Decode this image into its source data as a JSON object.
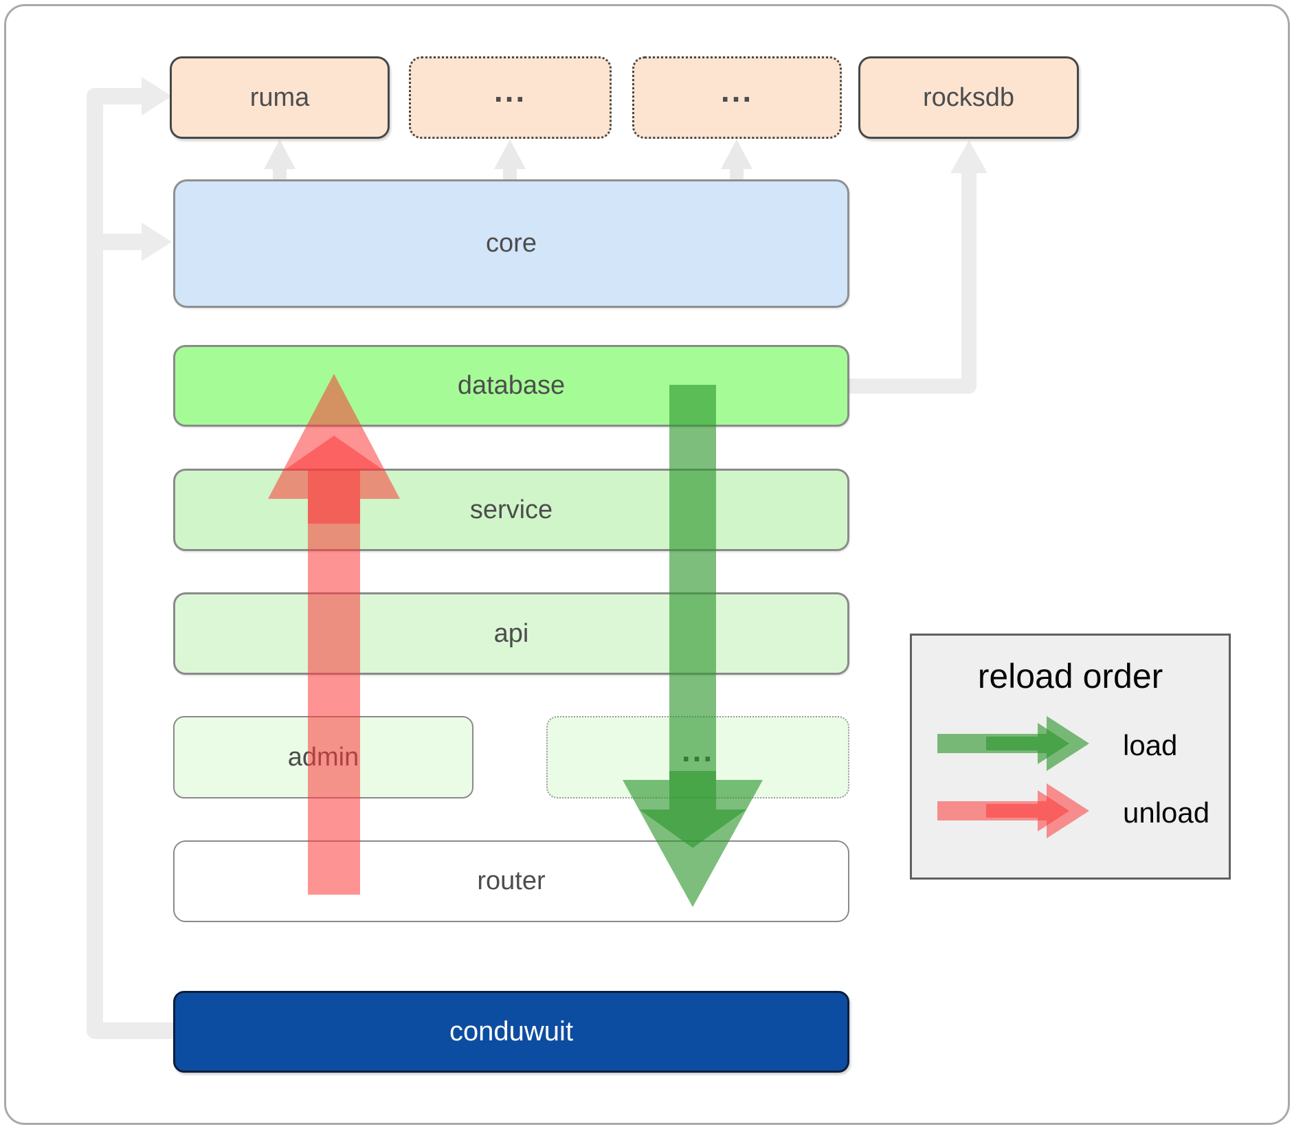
{
  "boxes": {
    "ruma": {
      "label": "ruma"
    },
    "ext1": {
      "label": "..."
    },
    "ext2": {
      "label": "..."
    },
    "rocksdb": {
      "label": "rocksdb"
    },
    "core": {
      "label": "core"
    },
    "database": {
      "label": "database"
    },
    "service": {
      "label": "service"
    },
    "api": {
      "label": "api"
    },
    "admin": {
      "label": "admin"
    },
    "more": {
      "label": "..."
    },
    "router": {
      "label": "router"
    },
    "conduwuit": {
      "label": "conduwuit"
    }
  },
  "legend": {
    "title": "reload order",
    "items": [
      {
        "label": "load",
        "color": "#2d962d"
      },
      {
        "label": "unload",
        "color": "#fb3b3b"
      }
    ]
  },
  "colors": {
    "external_box_fill": "#fce4d1",
    "core_fill": "#d2e5f9",
    "database_fill": "#a5fc96",
    "service_fill": "#d0f5c8",
    "api_fill": "#dcf7d6",
    "admin_fill": "#eafbe6",
    "router_fill": "#ffffff",
    "conduwuit_fill": "#0d4da1",
    "conduwuit_text": "#ffffff",
    "box_text": "#4d4d4d",
    "connector_gray": "#ececec",
    "load_arrow": "rgba(45,150,45,0.62)",
    "unload_arrow": "rgba(251,59,59,0.55)",
    "legend_bg": "#efefef",
    "legend_text": "#060606"
  }
}
